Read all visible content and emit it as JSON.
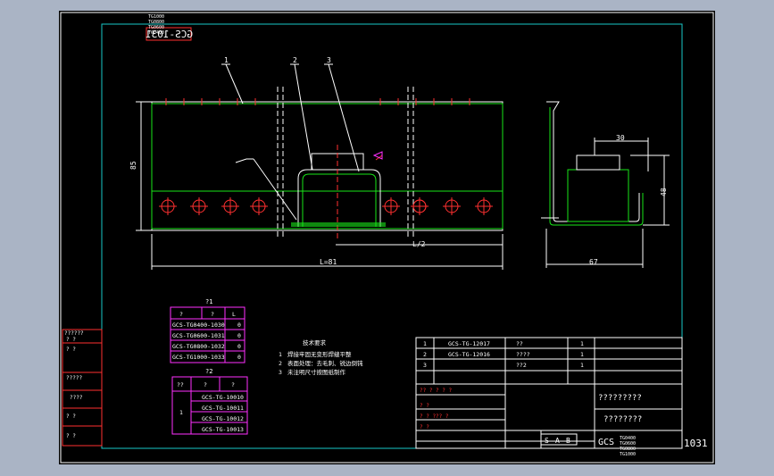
{
  "title_stamp": {
    "drawing_no": "GCS-1031",
    "stamp_code": "GCS",
    "variants": [
      "TG1000",
      "TG0800",
      "TG0600",
      "TG0400"
    ]
  },
  "parts": [
    {
      "no": "1",
      "code": "GCS-TG-12017",
      "name": "??",
      "qty": "1"
    },
    {
      "no": "2",
      "code": "GCS-TG-12016",
      "name": "????",
      "qty": "1"
    },
    {
      "no": "3",
      "code": "",
      "name": "??2",
      "qty": "1"
    }
  ],
  "callouts": [
    "1",
    "2",
    "3"
  ],
  "dimensions": {
    "height": "85",
    "overall": "L=81",
    "half": "L/2",
    "width": "30",
    "height_side": "48",
    "depth": "67"
  },
  "table1": {
    "title": "?1",
    "headers": [
      "?",
      "?",
      "L"
    ],
    "rows": [
      [
        "GCS-TG0400-1030",
        "",
        "0"
      ],
      [
        "GCS-TG0600-1031",
        "",
        "0"
      ],
      [
        "GCS-TG0800-1032",
        "",
        "0"
      ],
      [
        "GCS-TG1000-1033",
        "",
        "0"
      ]
    ]
  },
  "table2": {
    "title": "?2",
    "headers": [
      "??",
      "?",
      "?"
    ],
    "group": "1",
    "rows": [
      "GCS-TG-10010",
      "GCS-TG-10011",
      "GCS-TG-10012",
      "GCS-TG-10013"
    ]
  },
  "notes": {
    "title": "技术要求",
    "items": [
      {
        "no": "1",
        "text": "焊接牢固无变形焊缝平整"
      },
      {
        "no": "2",
        "text": "表面处理：去毛刺、锐边倒钝"
      },
      {
        "no": "3",
        "text": "未注明尺寸按图纸制作"
      }
    ]
  },
  "title_block": {
    "name1": "?????????",
    "name2": "????????",
    "scale_cells": [
      "S",
      "A",
      "B"
    ],
    "code": "GCS",
    "sheet": "1031"
  },
  "left_block": {
    "rows": [
      "??????",
      "?  ?",
      "?  ?",
      "?????",
      "????",
      "?  ?",
      "?  ?"
    ]
  }
}
